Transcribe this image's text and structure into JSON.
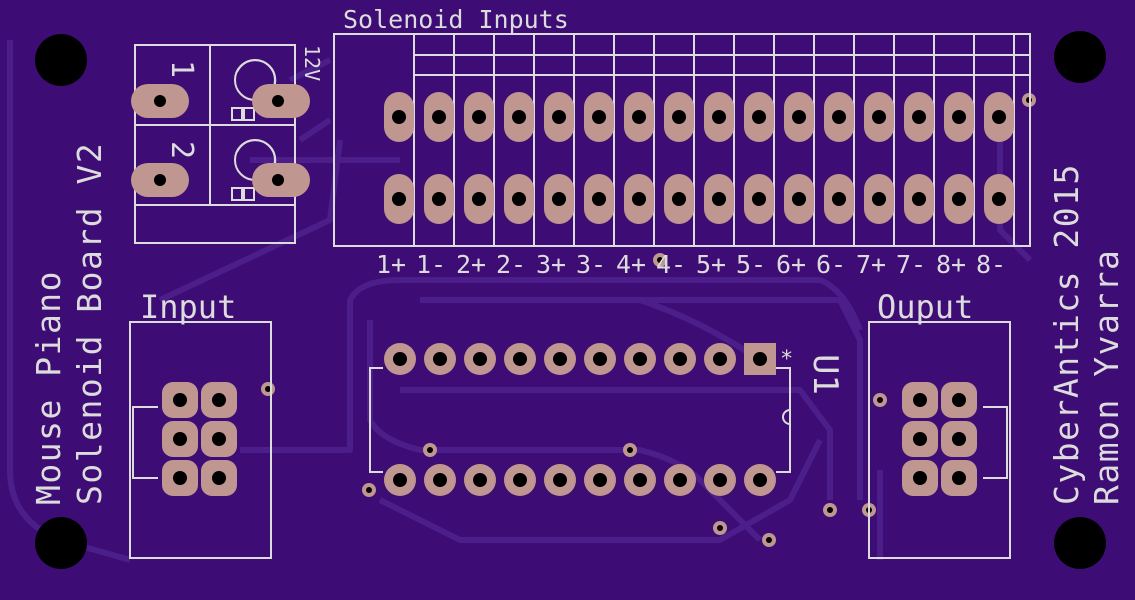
{
  "board": {
    "side_text_left": [
      "Mouse Piano",
      "Solenoid Board V2"
    ],
    "side_text_right": [
      "CyberAntics 2015",
      "Ramon Yvarra"
    ],
    "colors": {
      "board": "#3d0c75",
      "trace": "#4c1e8a",
      "silk": "#dcdcdc",
      "pad": "#c09690",
      "hole": "#000000"
    }
  },
  "power_connector": {
    "label_1": "1",
    "label_2": "2",
    "voltage_label": "12V"
  },
  "solenoid_inputs": {
    "title": "Solenoid Inputs",
    "pin_labels": [
      "1+",
      "1-",
      "2+",
      "2-",
      "3+",
      "3-",
      "4+",
      "4-",
      "5+",
      "5-",
      "6+",
      "6-",
      "7+",
      "7-",
      "8+",
      "8-"
    ]
  },
  "input_header": {
    "title": "Input"
  },
  "output_header": {
    "title": "Ouput"
  },
  "ic": {
    "designator": "U1",
    "pin1_marker": "*"
  }
}
